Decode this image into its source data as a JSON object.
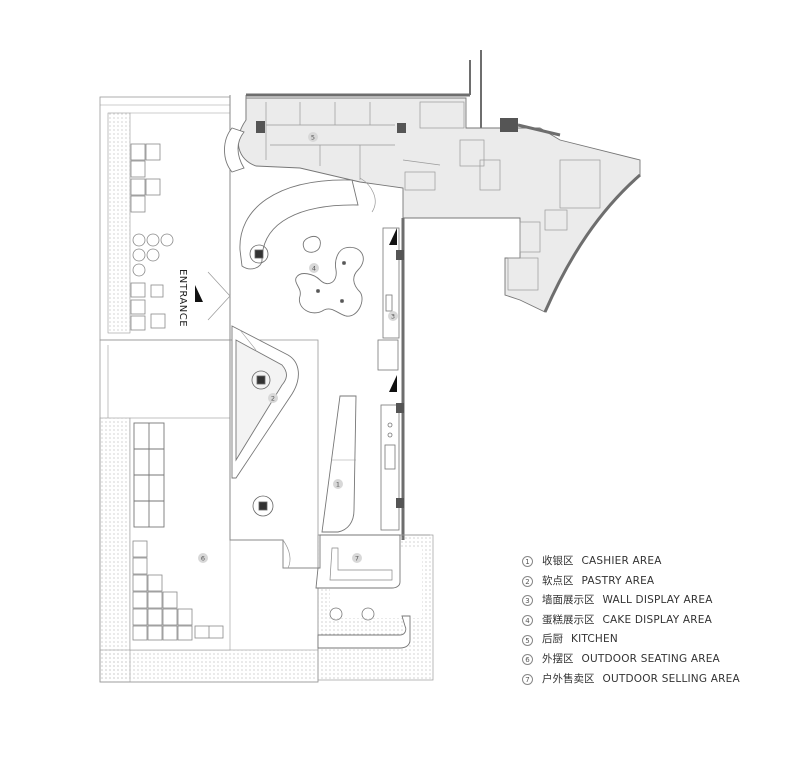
{
  "entrance_label": "ENTRANCE",
  "zone_numbers": [
    "1",
    "2",
    "3",
    "4",
    "5",
    "6",
    "7"
  ],
  "legend": [
    {
      "number": "1",
      "zh": "收银区",
      "en": "CASHIER AREA"
    },
    {
      "number": "2",
      "zh": "软点区",
      "en": "PASTRY AREA"
    },
    {
      "number": "3",
      "zh": "墙面展示区",
      "en": "WALL DISPLAY AREA"
    },
    {
      "number": "4",
      "zh": "蛋糕展示区",
      "en": "CAKE DISPLAY AREA"
    },
    {
      "number": "5",
      "zh": "后厨",
      "en": "KITCHEN"
    },
    {
      "number": "6",
      "zh": "外摆区",
      "en": "OUTDOOR SEATING AREA"
    },
    {
      "number": "7",
      "zh": "户外售卖区",
      "en": "OUTDOOR SELLING AREA"
    }
  ],
  "colors": {
    "line": "#8a8a8a",
    "wall_dark": "#6e6e6e",
    "kitchen_fill": "#ebebeb",
    "hatch": "#bdbdbd",
    "marker": "#111111"
  }
}
